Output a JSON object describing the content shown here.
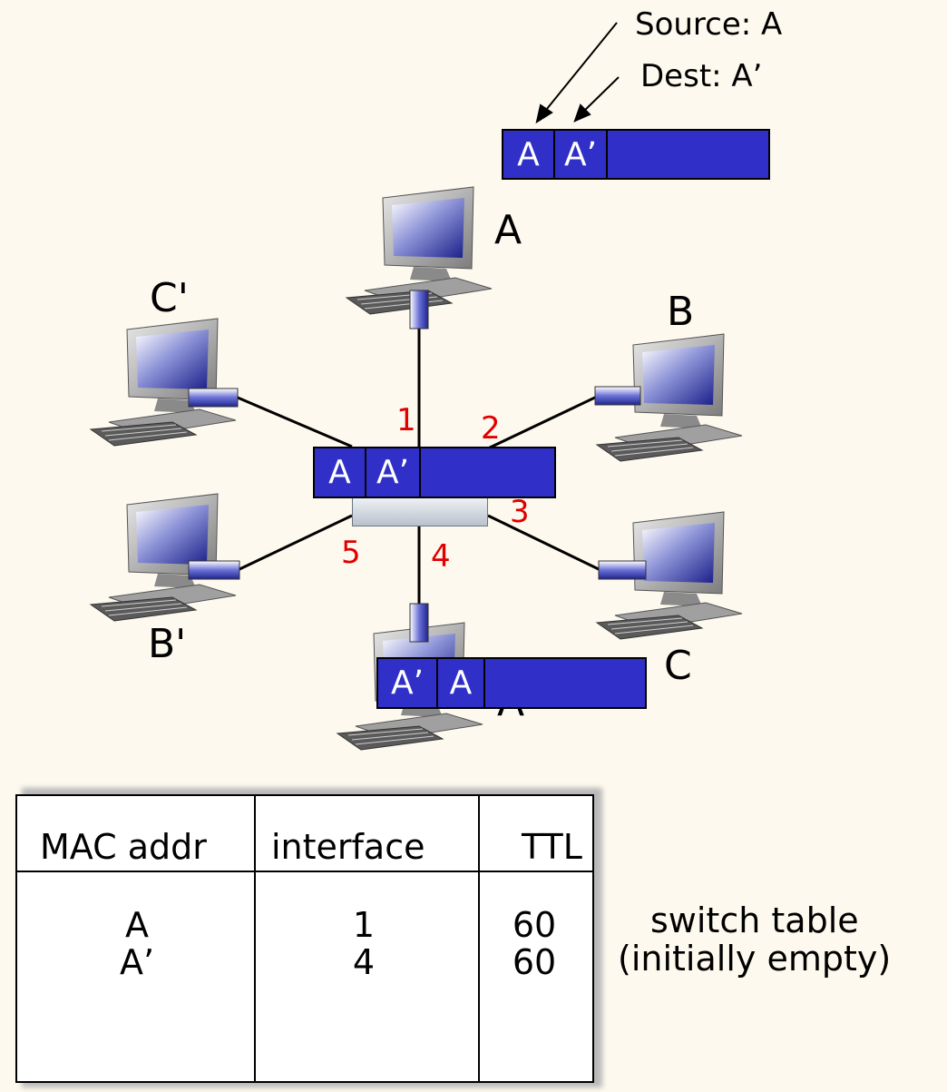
{
  "frame_annotation": {
    "source": "Source: A",
    "dest": "Dest: A’"
  },
  "frames": {
    "top": {
      "src": "A",
      "dst": "A’"
    },
    "switch": {
      "src": "A",
      "dst": "A’"
    },
    "bottom": {
      "dst": "A’",
      "src": "A"
    }
  },
  "hosts": {
    "A": "A",
    "B": "B",
    "C": "C",
    "C_prime": "C'",
    "B_prime": "B'",
    "A_prime_partial": "A’"
  },
  "ports": [
    "1",
    "2",
    "3",
    "4",
    "5"
  ],
  "switch_table": {
    "headers": [
      "MAC addr",
      "interface",
      "TTL"
    ],
    "rows": [
      {
        "mac": "A",
        "interface": "1",
        "ttl": "60"
      },
      {
        "mac": "A’",
        "interface": "4",
        "ttl": "60"
      }
    ],
    "caption_line1": "switch table",
    "caption_line2": "(initially empty)"
  },
  "colors": {
    "frame": "#3030c8",
    "port_label": "#e00000",
    "background": "#fdf9ee"
  }
}
